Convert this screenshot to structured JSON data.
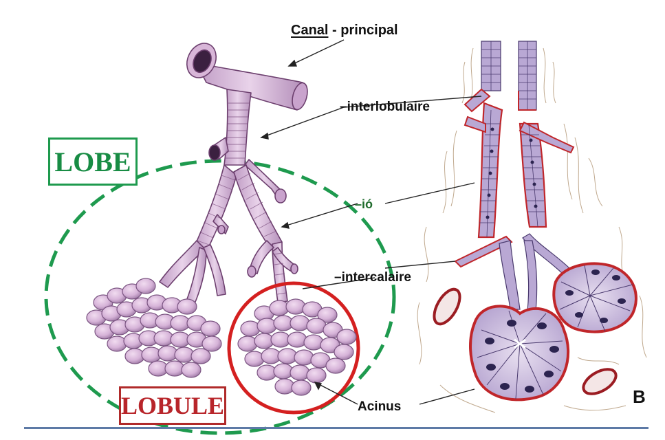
{
  "labels": {
    "canal_word": "Canal",
    "canal_rest": " - principal",
    "interlobulaire": "–interlobulaire",
    "io": "–ió",
    "intercalaire": "–intercalaire",
    "acinus": "Acinus",
    "panel_letter": "B"
  },
  "boxes": {
    "lobe": "LOBE",
    "lobule": "LOBULE"
  },
  "colors": {
    "lobe_green": "#1e9a4e",
    "lobule_red": "#d42020",
    "duct_pink": "#d8b6d8",
    "duct_stroke": "#6c3f6e",
    "epithelium_red": "#c0262a",
    "cell_purple": "#b9a8d4",
    "nucleus": "#2c2450",
    "fibrous_tan": "#b59a7a",
    "rule_blue": "#5d7aa6"
  },
  "icons": {
    "branching_duct": "duct-tree-illustration",
    "histology": "ductal-epithelium-histology"
  }
}
